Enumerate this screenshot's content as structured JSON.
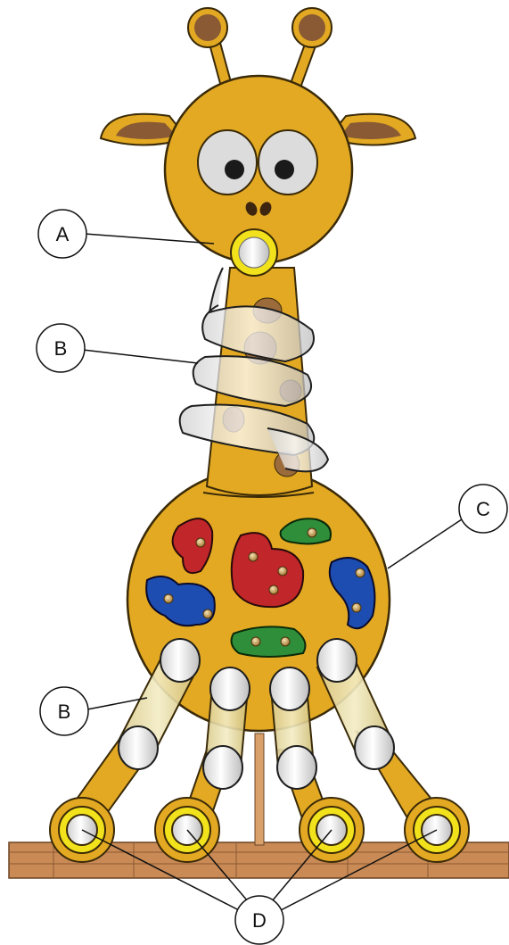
{
  "labels": {
    "a": "A",
    "b_neck": "B",
    "c": "C",
    "b_legs": "B",
    "d": "D"
  },
  "colors": {
    "body_yellow": "#E3A922",
    "outline": "#3a2a08",
    "ear_brown": "#8A5A34",
    "spot_brown": "#9C6B3C",
    "ring_yellow": "#F2E21C",
    "tube_white": "#EFEFEF",
    "hold_red": "#C0262A",
    "hold_green": "#2F8E3A",
    "hold_blue": "#1D4DB0",
    "wood": "#C98A55"
  }
}
